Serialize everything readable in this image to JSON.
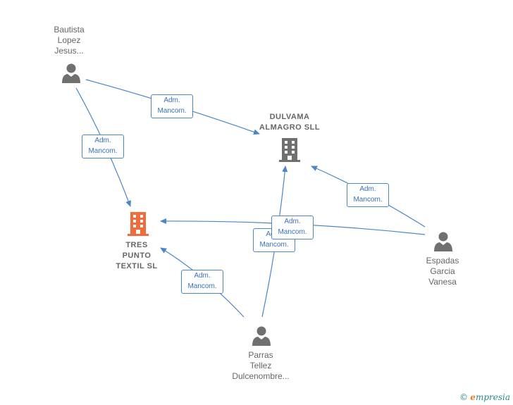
{
  "nodes": {
    "bautista": {
      "label": "Bautista\nLopez\nJesus..."
    },
    "dulvama": {
      "label": "DULVAMA\nALMAGRO  SLL"
    },
    "tres_punto": {
      "label": "TRES\nPUNTO\nTEXTIL  SL"
    },
    "espadas": {
      "label": "Espadas\nGarcia\nVanesa"
    },
    "parras": {
      "label": "Parras\nTellez\nDulcenombre..."
    }
  },
  "edges": {
    "e1": "Adm.\nMancom.",
    "e2": "Adm.\nMancom.",
    "e3": "Adm.\nMancom.",
    "e4": "Adm.\nMancom.",
    "e5": "Adm.\nMancom.",
    "e6": "Adm.\nMancom."
  },
  "colors": {
    "edge": "#4a86c8",
    "person": "#707070",
    "company": "#707070",
    "company_highlight": "#f26b3a"
  },
  "brand": {
    "symbol": "©",
    "e": "e",
    "rest": "mpresia"
  }
}
